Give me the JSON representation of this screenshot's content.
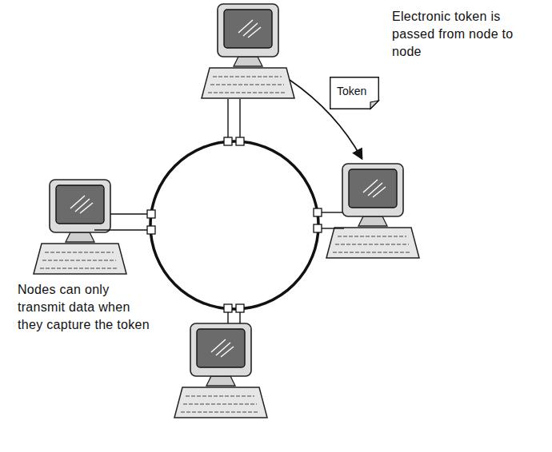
{
  "diagram": {
    "nodes": [
      {
        "text": [
          "Token"
        ]
      }
    ],
    "labels": [
      "Electronic token is passed from node to node",
      "Nodes can only transmit data when they capture the token"
    ]
  }
}
